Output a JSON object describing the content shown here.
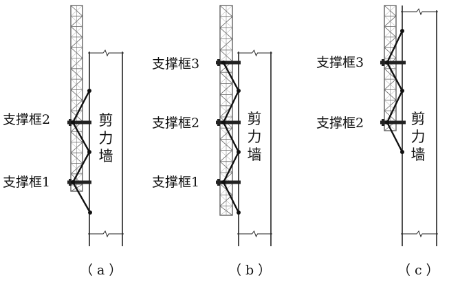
{
  "panels": [
    {
      "caption": "（a）",
      "wall_label": "剪力墙",
      "labels": [
        "支撑框2",
        "支撑框1"
      ]
    },
    {
      "caption": "（b）",
      "wall_label": "剪力墙",
      "labels": [
        "支撑框3",
        "支撑框2",
        "支撑框1"
      ]
    },
    {
      "caption": "（c）",
      "wall_label": "剪力墙",
      "labels": [
        "支撑框3",
        "支撑框2"
      ]
    }
  ]
}
